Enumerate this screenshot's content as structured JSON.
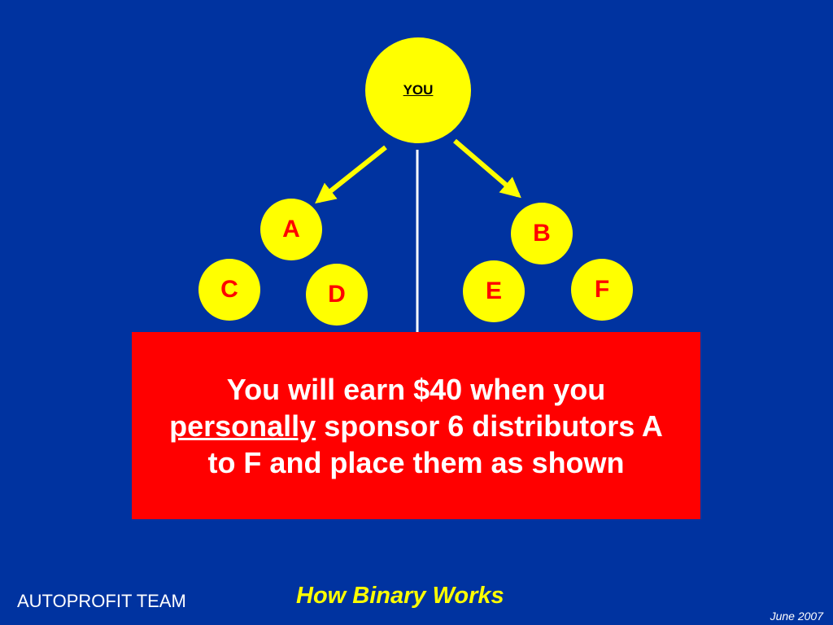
{
  "diagram": {
    "top_node": "YOU",
    "left_leg": {
      "root": "A",
      "children": [
        "C",
        "D"
      ]
    },
    "right_leg": {
      "root": "B",
      "children": [
        "E",
        "F"
      ]
    }
  },
  "message": {
    "part1": "You will earn $40 when you",
    "emphasis": "personally",
    "part2": "sponsor 6 distributors A to F and place them as shown"
  },
  "footer": {
    "team": "AUTOPROFIT TEAM",
    "title": "How Binary Works",
    "date": "June 2007"
  },
  "colors": {
    "background": "#0033a0",
    "node": "#ffff00",
    "node_text": "#ff0000",
    "message_box": "#ff0000",
    "message_text": "#ffffff",
    "title_text": "#ffff00"
  }
}
